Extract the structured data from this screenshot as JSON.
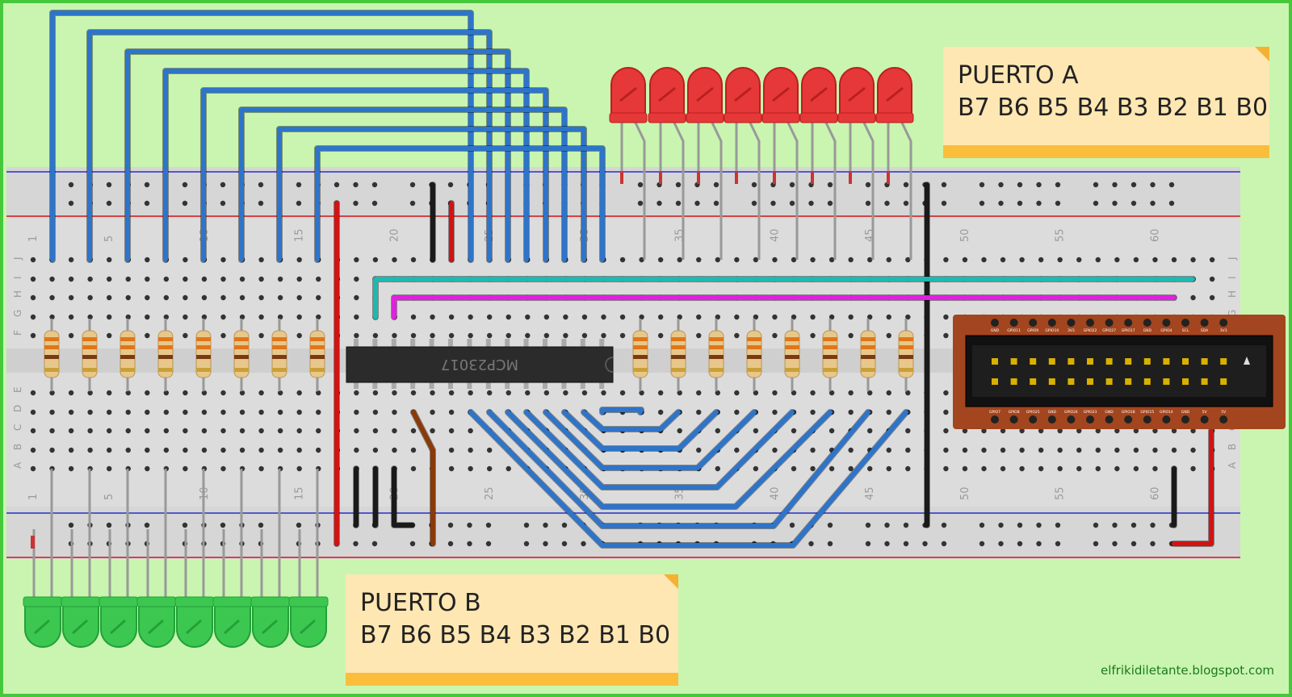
{
  "title": "MCP23017 breadboard wiring",
  "chip": {
    "label": "MCP23017"
  },
  "note_a": {
    "title": "PUERTO A",
    "bits": "B7 B6 B5 B4 B3 B2 B1 B0"
  },
  "note_b": {
    "title": "PUERTO B",
    "bits": "B7 B6 B5 B4 B3 B2 B1 B0"
  },
  "breadboard": {
    "column_numbers": [
      "1",
      "5",
      "10",
      "15",
      "20",
      "25",
      "30",
      "35",
      "40",
      "45",
      "50",
      "55",
      "60"
    ],
    "row_letters_top": [
      "J",
      "I",
      "H",
      "G",
      "F"
    ],
    "row_letters_bottom": [
      "E",
      "D",
      "C",
      "B",
      "A"
    ]
  },
  "gpio_header": {
    "top_pins": [
      "GND",
      "GPIO11",
      "GPIO9",
      "GPIO10",
      "3V3",
      "GPIO22",
      "GPIO27",
      "GPIO17",
      "GND",
      "GPIO4",
      "SCL",
      "SDA",
      "3V3"
    ],
    "bottom_pins": [
      "GPIO7",
      "GPIO8",
      "GPIO25",
      "GND",
      "GPIO24",
      "GPIO23",
      "GND",
      "GPIO18",
      "GPIO15",
      "GPIO14",
      "GND",
      "5V",
      "5V"
    ]
  },
  "leds": {
    "port_a_color": "red",
    "port_b_color": "green",
    "count_per_port": 8
  },
  "colors": {
    "background": "#c9f5b0",
    "frame": "#46c83c",
    "wire_blue": "#2e74c9",
    "wire_red": "#d01414",
    "wire_black": "#1a1a1a",
    "wire_cyan": "#20b8b0",
    "wire_magenta": "#e020e0",
    "wire_brown": "#8a3a0a",
    "led_red": "#e63838",
    "led_green": "#3cc850",
    "note_fill": "#ffe7b3",
    "note_bar": "#fbbd3c"
  },
  "credit": "elfrikidiletante.blogspot.com"
}
